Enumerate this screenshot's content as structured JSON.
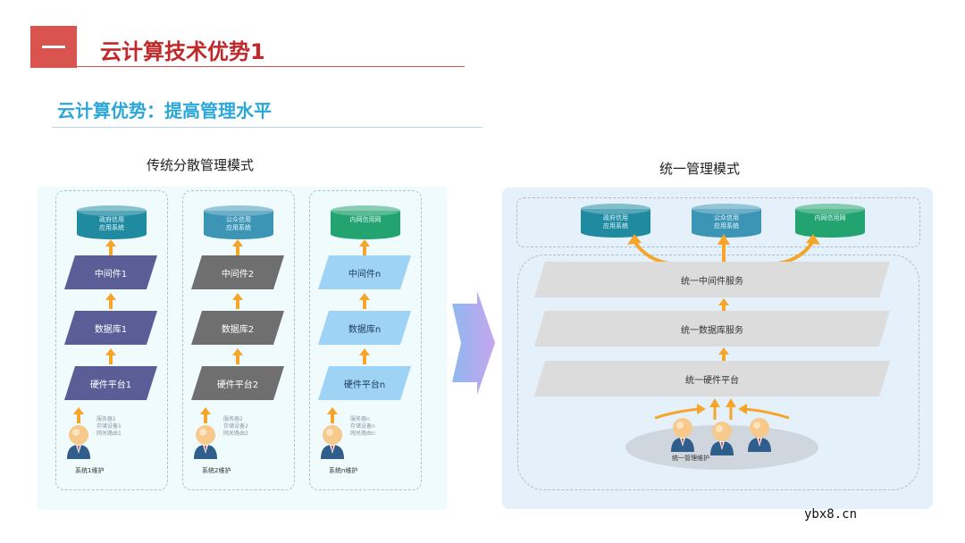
{
  "page": {
    "title": "云计算技术优势1",
    "subtitle": "云计算优势：提高管理水平",
    "watermark": "ybx8.cn"
  },
  "left": {
    "title": "传统分散管理模式",
    "columns": [
      {
        "system": "政府信用\n应用系统",
        "middleware": "中间件1",
        "database": "数据库1",
        "hardware": "硬件平台1",
        "servers": "服务器1\n存储设备1\n网关路由1",
        "maint": "系统1维护",
        "cyl_color": "#1f8aa0",
        "layer_color": "#5b5e96",
        "text_color": "#ffffff"
      },
      {
        "system": "公众信用\n应用系统",
        "middleware": "中间件2",
        "database": "数据库2",
        "hardware": "硬件平台2",
        "servers": "服务器2\n存储设备2\n网关路由2",
        "maint": "系统2维护",
        "cyl_color": "#3d95b5",
        "layer_color": "#6f6f6f",
        "text_color": "#ffffff"
      },
      {
        "system": "内网信用网",
        "middleware": "中间件n",
        "database": "数据库n",
        "hardware": "硬件平台n",
        "servers": "服务器n\n存储设备n\n网关路由n",
        "maint": "系统n维护",
        "cyl_color": "#22a36f",
        "layer_color": "#9fd3f5",
        "text_color": "#1d3a5a"
      }
    ]
  },
  "right": {
    "title": "统一管理模式",
    "systems": [
      "政府信用\n应用系统",
      "公众信用\n应用系统",
      "内网信用网"
    ],
    "system_colors": [
      "#1f8aa0",
      "#3d95b5",
      "#22a36f"
    ],
    "middleware": "统一中间件服务",
    "database": "统一数据库服务",
    "hardware": "统一硬件平台",
    "maint": "统一管理维护",
    "layer_color": "#dcdcdc"
  },
  "colors": {
    "accent_red": "#d9534f",
    "title_red": "#c0282a",
    "subtitle_blue": "#2aa7d8",
    "arrow_orange": "#f4a52a"
  }
}
